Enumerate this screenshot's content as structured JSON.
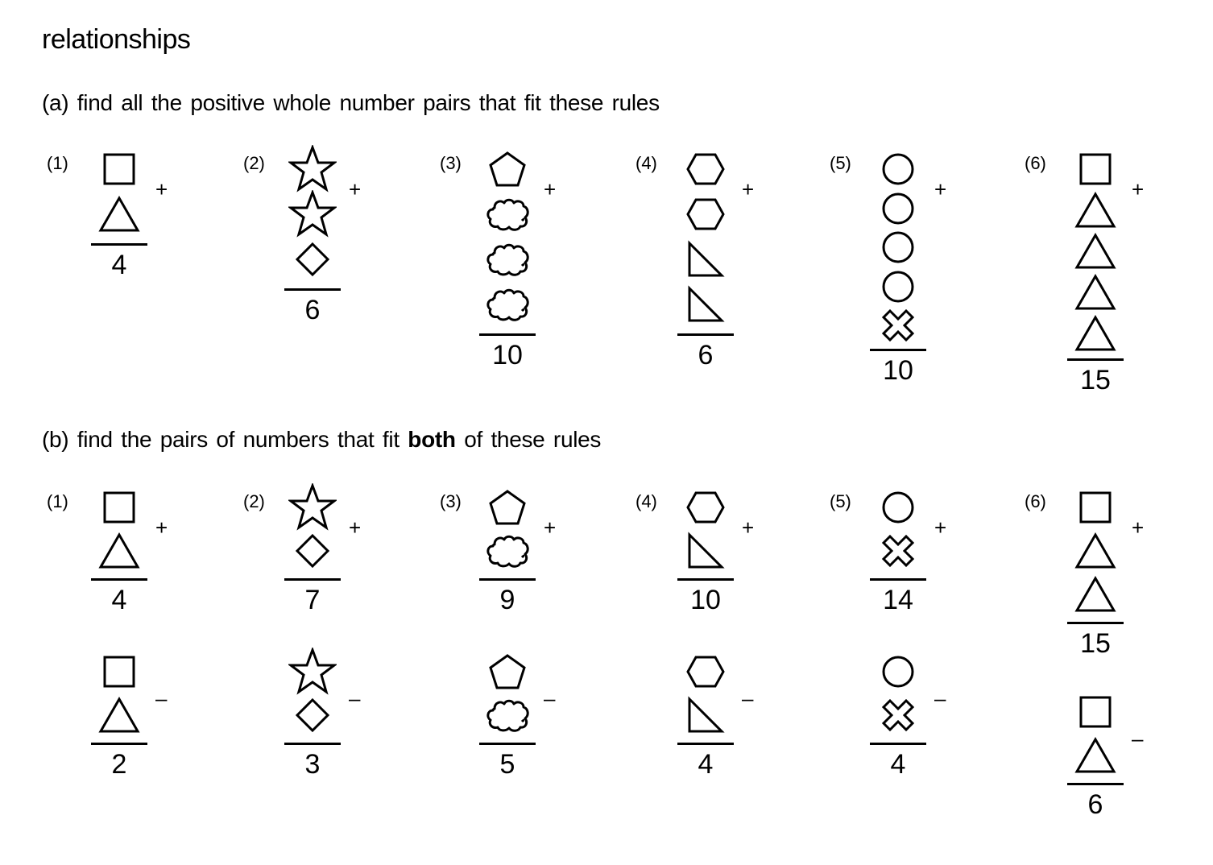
{
  "title": "relationships",
  "part_a": {
    "instruction": "(a) find all the positive whole number pairs that fit these rules",
    "problems": [
      {
        "label": "(1)",
        "operator": "+",
        "shapes": [
          "square",
          "triangle"
        ],
        "result": "4"
      },
      {
        "label": "(2)",
        "operator": "+",
        "shapes": [
          "star",
          "star",
          "diamond"
        ],
        "result": "6"
      },
      {
        "label": "(3)",
        "operator": "+",
        "shapes": [
          "pentagon",
          "cloud",
          "cloud",
          "cloud"
        ],
        "result": "10"
      },
      {
        "label": "(4)",
        "operator": "+",
        "shapes": [
          "hexagon",
          "hexagon",
          "right-triangle",
          "right-triangle"
        ],
        "result": "6"
      },
      {
        "label": "(5)",
        "operator": "+",
        "shapes": [
          "circle",
          "circle",
          "circle",
          "circle",
          "cross"
        ],
        "result": "10"
      },
      {
        "label": "(6)",
        "operator": "+",
        "shapes": [
          "square",
          "triangle",
          "triangle",
          "triangle",
          "triangle"
        ],
        "result": "15"
      }
    ]
  },
  "part_b": {
    "instruction_pre": "(b) find the pairs of numbers that fit ",
    "instruction_bold": "both",
    "instruction_post": " of these rules",
    "problems": [
      {
        "label": "(1)",
        "sum": {
          "operator": "+",
          "shapes": [
            "square",
            "triangle"
          ],
          "result": "4"
        },
        "difference": {
          "operator": "–",
          "shapes": [
            "square",
            "triangle"
          ],
          "result": "2"
        }
      },
      {
        "label": "(2)",
        "sum": {
          "operator": "+",
          "shapes": [
            "star",
            "diamond"
          ],
          "result": "7"
        },
        "difference": {
          "operator": "–",
          "shapes": [
            "star",
            "diamond"
          ],
          "result": "3"
        }
      },
      {
        "label": "(3)",
        "sum": {
          "operator": "+",
          "shapes": [
            "pentagon",
            "cloud"
          ],
          "result": "9"
        },
        "difference": {
          "operator": "–",
          "shapes": [
            "pentagon",
            "cloud"
          ],
          "result": "5"
        }
      },
      {
        "label": "(4)",
        "sum": {
          "operator": "+",
          "shapes": [
            "hexagon",
            "right-triangle"
          ],
          "result": "10"
        },
        "difference": {
          "operator": "–",
          "shapes": [
            "hexagon",
            "right-triangle"
          ],
          "result": "4"
        }
      },
      {
        "label": "(5)",
        "sum": {
          "operator": "+",
          "shapes": [
            "circle",
            "cross"
          ],
          "result": "14"
        },
        "difference": {
          "operator": "–",
          "shapes": [
            "circle",
            "cross"
          ],
          "result": "4"
        }
      },
      {
        "label": "(6)",
        "sum": {
          "operator": "+",
          "shapes": [
            "square",
            "triangle",
            "triangle"
          ],
          "result": "15"
        },
        "difference": {
          "operator": "–",
          "shapes": [
            "square",
            "triangle"
          ],
          "result": "6"
        }
      }
    ]
  }
}
